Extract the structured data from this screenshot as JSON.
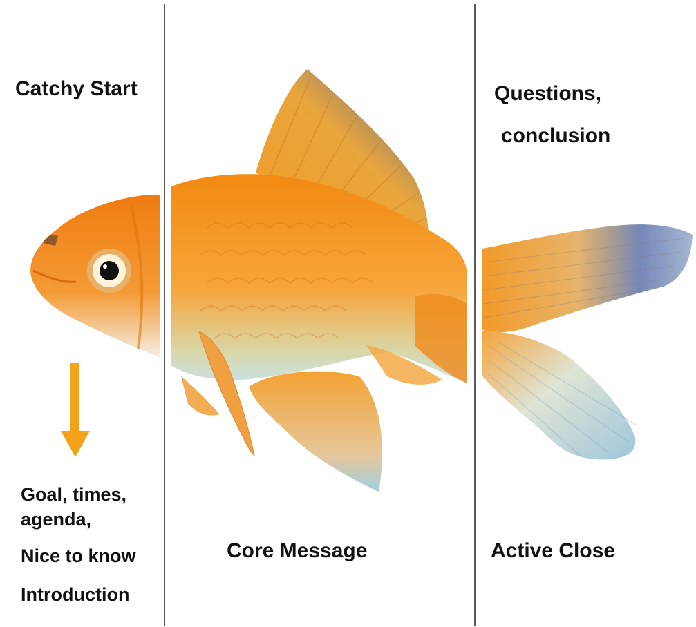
{
  "sections": {
    "head": {
      "title": "Catchy Start",
      "notes": [
        "Goal, times,",
        "agenda,",
        "Nice to know",
        "Introduction"
      ]
    },
    "body": {
      "title": "Core Message"
    },
    "tail": {
      "title_lines": [
        "Questions,",
        "conclusion"
      ],
      "caption": "Active Close"
    }
  },
  "colors": {
    "arrow": "#f5a21b",
    "divider": "#5a5a5a",
    "fish_orange": "#f7941d",
    "fish_fin_blue": "#5b6fa8",
    "fish_belly": "#cfe3df"
  }
}
